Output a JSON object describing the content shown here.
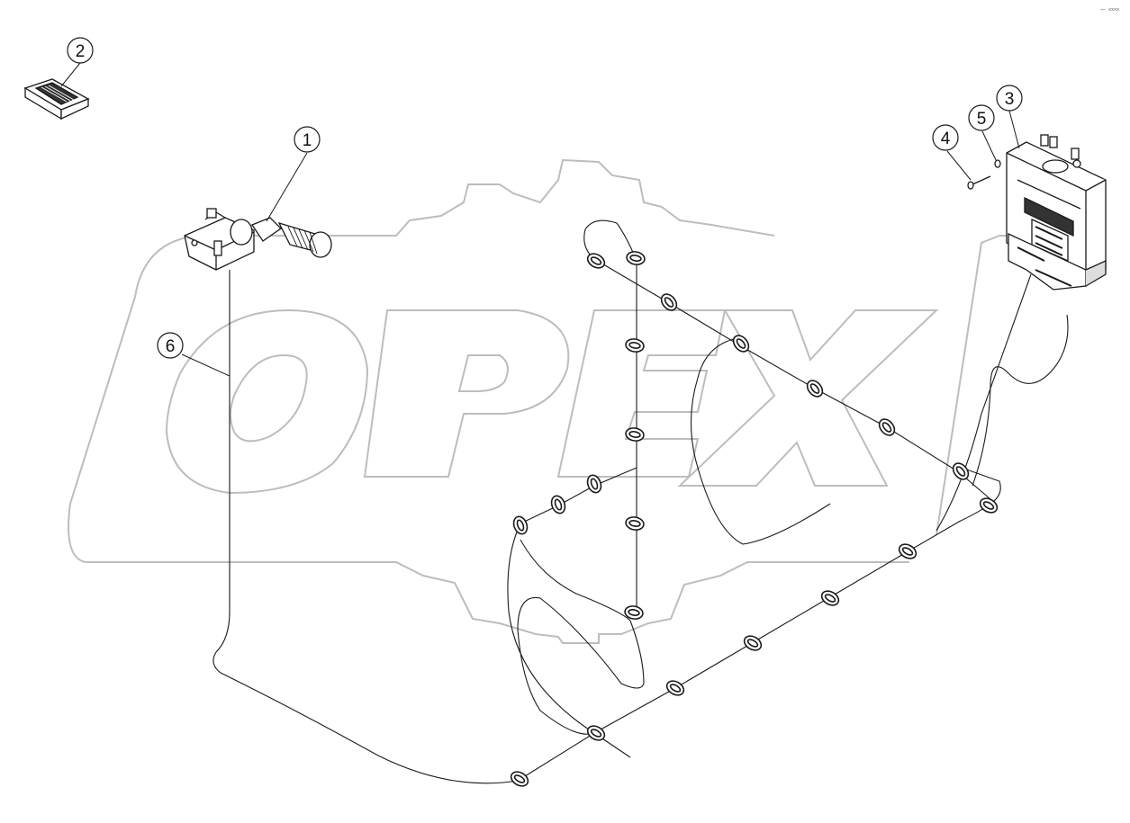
{
  "watermark": {
    "text": "OPEX",
    "color": "#c8c8c8"
  },
  "corner_mark": "→— xxxx",
  "callouts": [
    {
      "number": "1",
      "part": "control-switch"
    },
    {
      "number": "2",
      "part": "cover-pad"
    },
    {
      "number": "3",
      "part": "control-unit"
    },
    {
      "number": "4",
      "part": "screw"
    },
    {
      "number": "5",
      "part": "washer"
    },
    {
      "number": "6",
      "part": "wiring-harness"
    }
  ],
  "colors": {
    "line": "#1a1a1a",
    "gear": "#bdbdbd"
  }
}
